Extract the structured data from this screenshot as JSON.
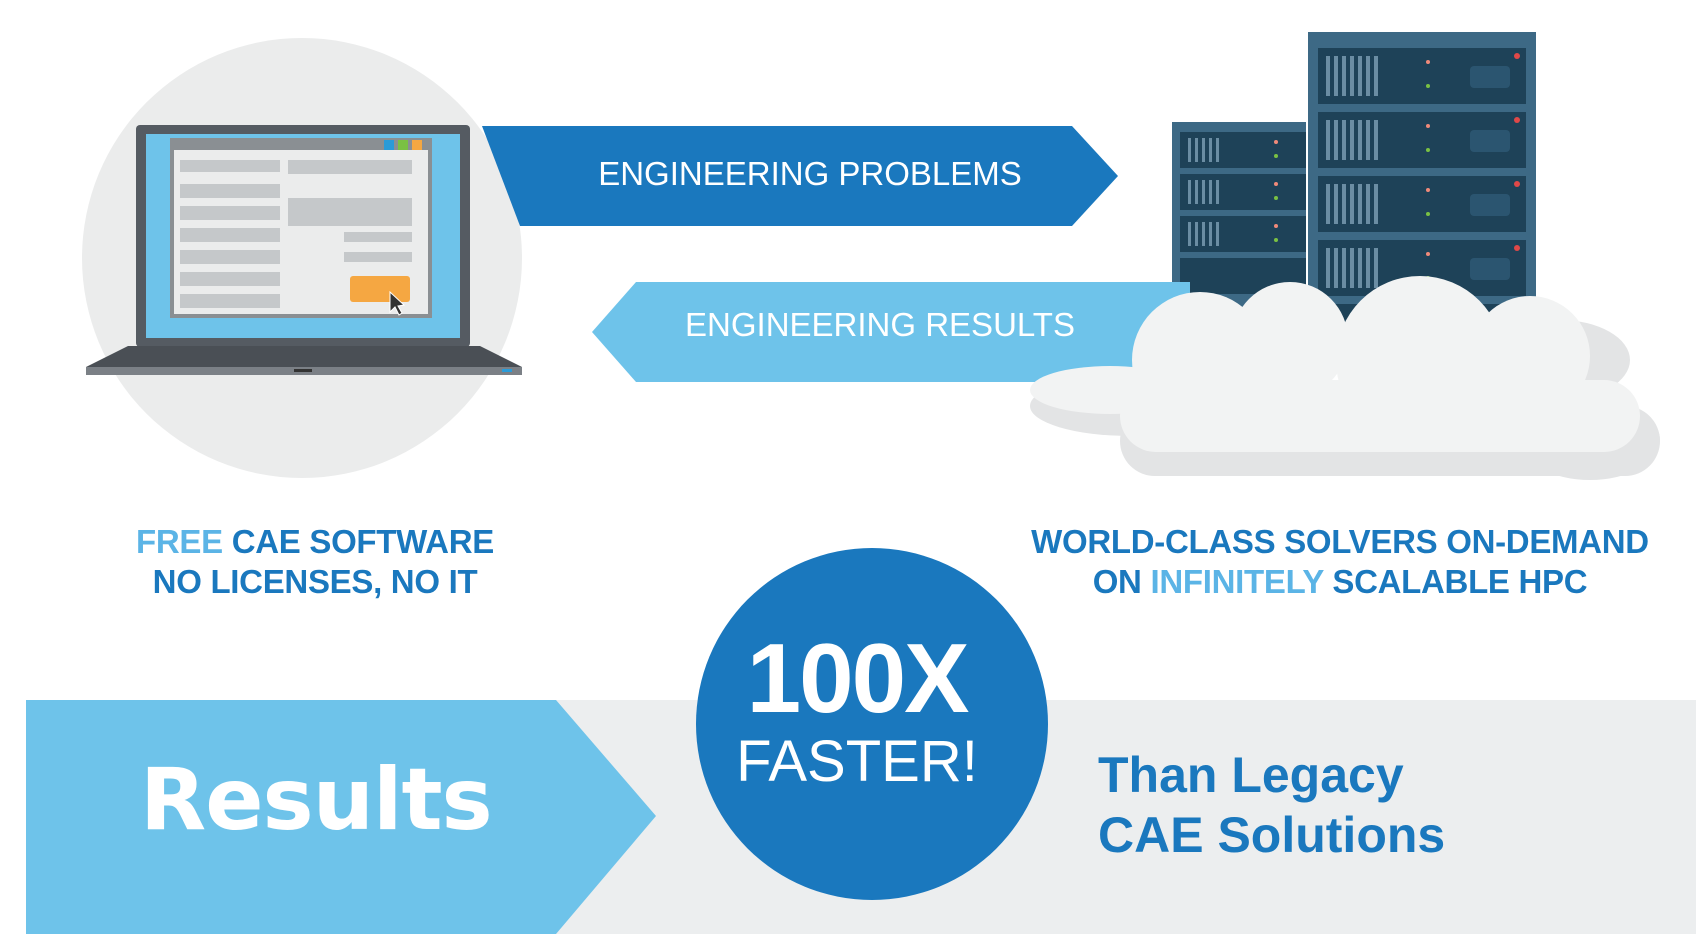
{
  "arrows": {
    "top_label": "ENGINEERING PROBLEMS",
    "bottom_label": "ENGINEERING RESULTS"
  },
  "left_caption": {
    "line1_highlight": "FREE",
    "line1_rest": " CAE SOFTWARE",
    "line2": "NO LICENSES, NO IT"
  },
  "right_caption": {
    "line1": "WORLD-CLASS SOLVERS ON-DEMAND",
    "line2_pre": "ON ",
    "line2_highlight": "INFINITELY",
    "line2_post": " SCALABLE HPC"
  },
  "banner": {
    "label": "Results",
    "big_number": "100X",
    "big_sub": "FASTER!",
    "comparison_line1": "Than Legacy",
    "comparison_line2": "CAE Solutions"
  },
  "colors": {
    "dark_blue": "#1a78be",
    "light_blue": "#6ec3ea",
    "highlight_blue": "#5bb4e6",
    "server_blue": "#3d6985",
    "gray_bg": "#eceeef",
    "accent_orange": "#f5a742"
  }
}
